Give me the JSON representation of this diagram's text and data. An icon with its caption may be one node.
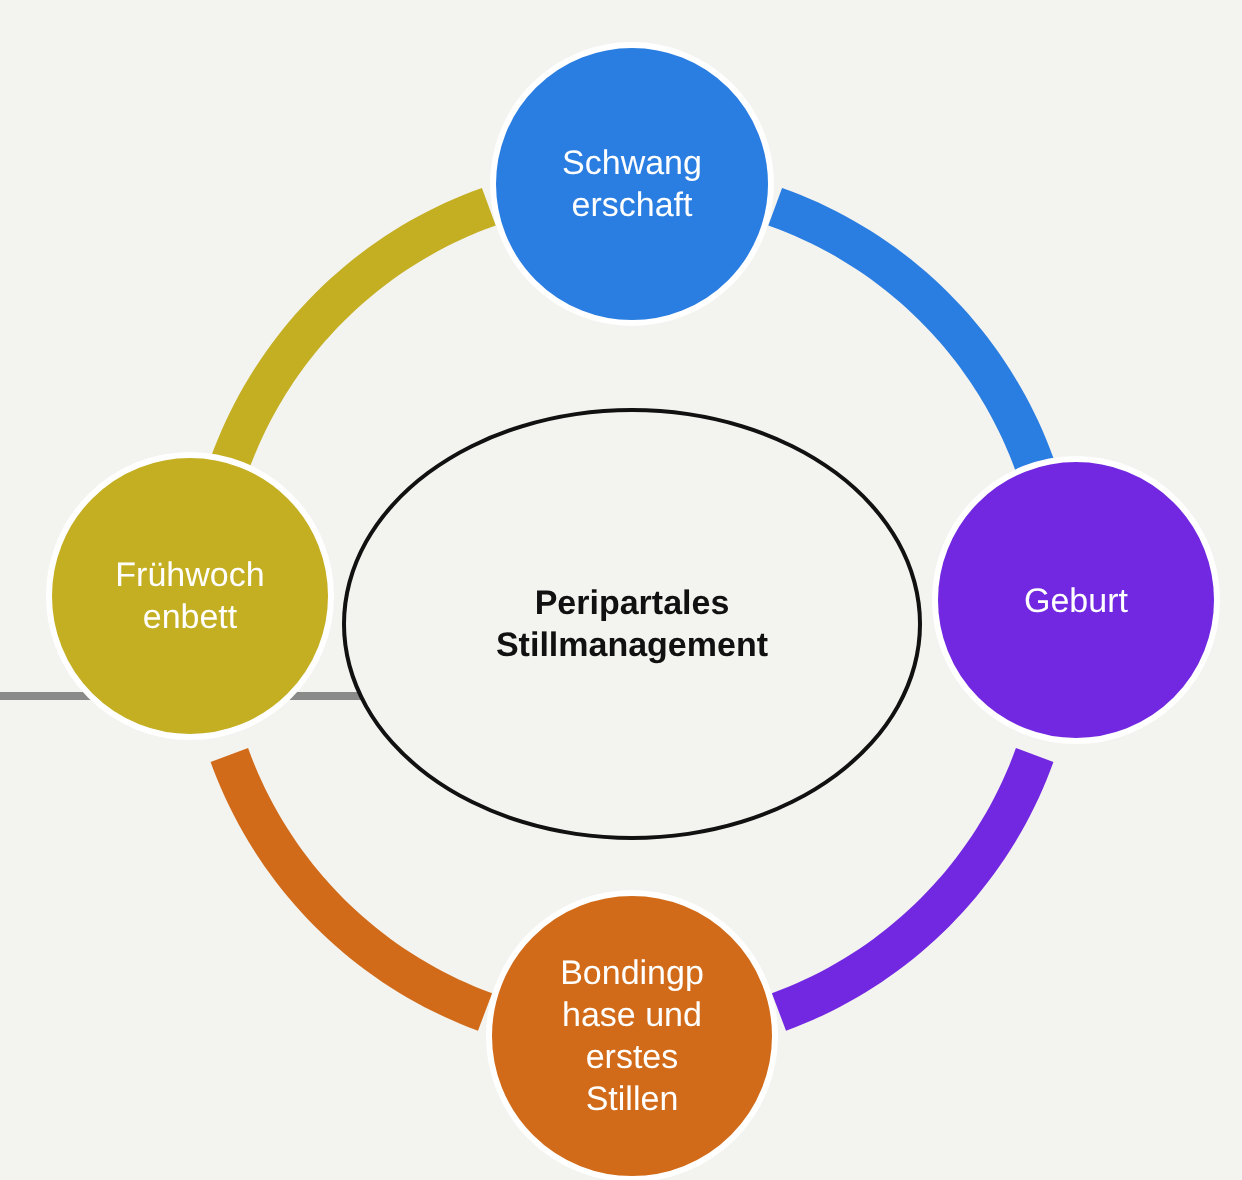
{
  "diagram": {
    "nodes": [
      {
        "text": [
          "Schwang erschaft"
        ]
      },
      {
        "text": [
          "Geburt"
        ]
      },
      {
        "text": [
          "Bondingp hase und erstes Stillen"
        ]
      },
      {
        "text": [
          "Frühwoch enbett"
        ]
      },
      {
        "text": [
          "Peripartales Stillmanagement"
        ]
      }
    ],
    "edges": [
      {
        "from": 0,
        "to": 1,
        "arrow": "none",
        "color": "#2a7de1"
      },
      {
        "from": 1,
        "to": 2,
        "arrow": "none",
        "color": "#7228e0"
      },
      {
        "from": 2,
        "to": 3,
        "arrow": "none",
        "color": "#d26b19"
      },
      {
        "from": 3,
        "to": 0,
        "arrow": "none",
        "color": "#c4ae22"
      }
    ]
  }
}
